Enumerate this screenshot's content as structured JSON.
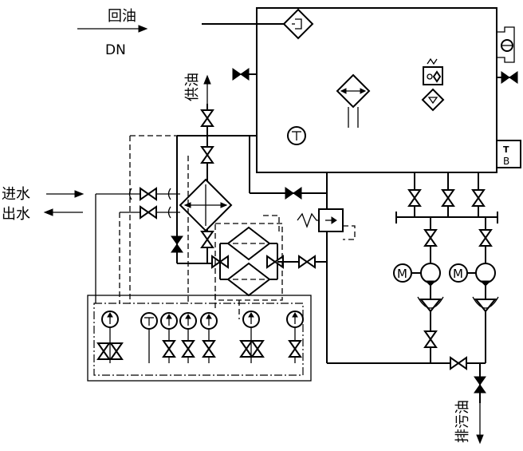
{
  "labels": {
    "return_oil": "回油",
    "dn": "DN",
    "supply_oil": "供油",
    "water_in": "进水",
    "water_out": "出水",
    "drain_oil": "排污油",
    "tb": "TB"
  },
  "icons": [
    "tank-icon",
    "filter-icon",
    "cooler-icon",
    "valve-icon",
    "check-valve-icon",
    "pump-icon",
    "motor-icon",
    "pressure-gauge-icon",
    "thermometer-icon",
    "relief-valve-icon",
    "level-gauge-icon",
    "breather-icon"
  ]
}
